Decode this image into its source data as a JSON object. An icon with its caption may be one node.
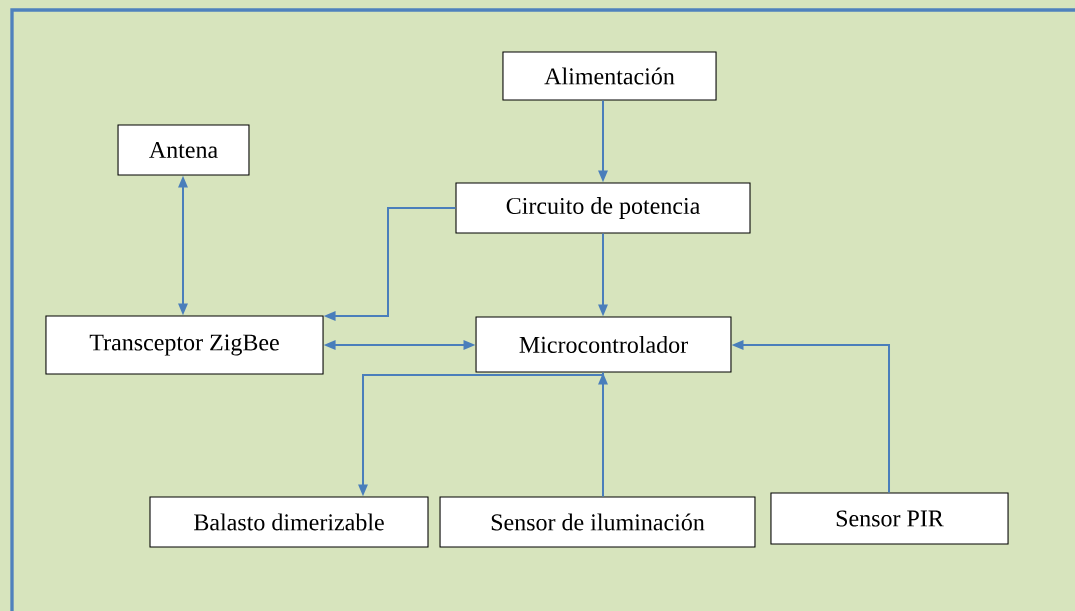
{
  "diagram": {
    "nodes": [
      {
        "text": [
          "Alimentación"
        ]
      },
      {
        "text": [
          "Antena"
        ]
      },
      {
        "text": [
          "Circuito de potencia"
        ]
      },
      {
        "text": [
          "Transceptor ZigBee"
        ]
      },
      {
        "text": [
          "Microcontrolador"
        ]
      },
      {
        "text": [
          "Balasto dimerizable"
        ]
      },
      {
        "text": [
          "Sensor de iluminación"
        ]
      },
      {
        "text": [
          "Sensor PIR"
        ]
      }
    ],
    "edges": [
      {
        "from": 0,
        "to": 2,
        "arrow": "to"
      },
      {
        "from": 1,
        "to": 3,
        "arrow": "both"
      },
      {
        "from": 2,
        "to": 3,
        "arrow": "to"
      },
      {
        "from": 2,
        "to": 4,
        "arrow": "to"
      },
      {
        "from": 3,
        "to": 4,
        "arrow": "both"
      },
      {
        "from": 4,
        "to": 5,
        "arrow": "to"
      },
      {
        "from": 6,
        "to": 4,
        "arrow": "to"
      },
      {
        "from": 7,
        "to": 4,
        "arrow": "to"
      }
    ]
  }
}
